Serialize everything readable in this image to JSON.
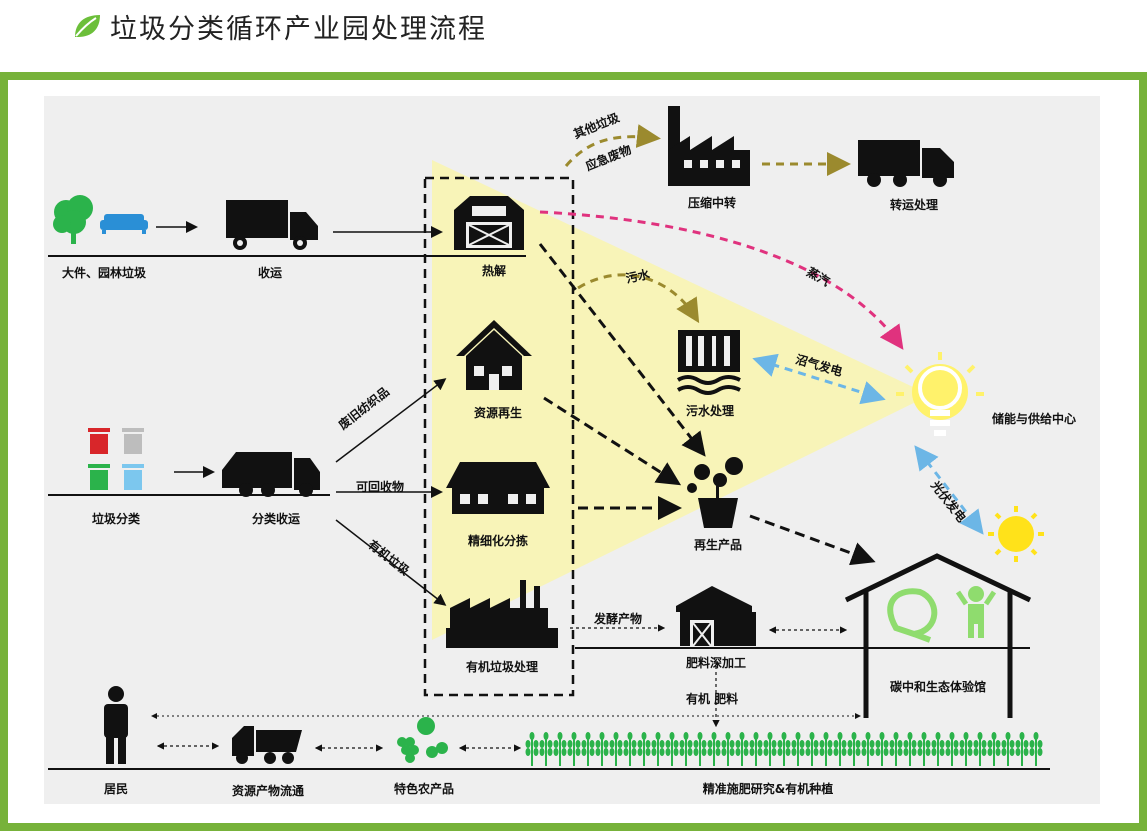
{
  "title": "垃圾分类循环产业园处理流程",
  "colors": {
    "frame_green": "#77b23a",
    "panel": "#efefef",
    "beam": "#f8f4b8",
    "olive": "#9b8a2e",
    "magenta": "#e0327e",
    "sky": "#6cb6e6"
  },
  "nodes": {
    "bulky": "大件、园林垃圾",
    "collect": "收运",
    "pyrolysis": "热解",
    "recycle": "资源再生",
    "sorting": "精细化分拣",
    "organic_proc": "有机垃圾处理",
    "compress": "压缩中转",
    "transfer": "转运处理",
    "sewage": "污水处理",
    "storage": "储能与供给中心",
    "products": "再生产品",
    "garbage_sort": "垃圾分类",
    "sort_collect": "分类收运",
    "fertilizer": "肥料深加工",
    "carbon": "碳中和生态体验馆",
    "residents": "居民",
    "circulation": "资源产物流通",
    "specialty": "特色农产品",
    "planting": "精准施肥研究&有机种植"
  },
  "edges": {
    "other_waste": "其他垃圾",
    "emergency": "应急废物",
    "sewage_water": "污水",
    "steam": "蒸汽",
    "biogas": "沼气发电",
    "solar": "光伏发电",
    "textiles": "废旧纺织品",
    "recyclables": "可回收物",
    "organic": "有机垃圾",
    "ferment": "发酵产物",
    "organic_fert": "有机 肥料"
  },
  "icons": [
    "leaf-icon",
    "tree-icon",
    "sofa-icon",
    "truck-icon",
    "barn-icon",
    "house-icon",
    "long-house-icon",
    "factory-icon",
    "garbage-truck-icon",
    "trash-bin-icon",
    "sewage-icon",
    "lightbulb-icon",
    "sun-icon",
    "flower-pot-icon",
    "person-icon",
    "dump-truck-icon",
    "fruit-icon",
    "wheat-icon",
    "greenhouse-icon",
    "sprout-icon",
    "child-icon"
  ]
}
